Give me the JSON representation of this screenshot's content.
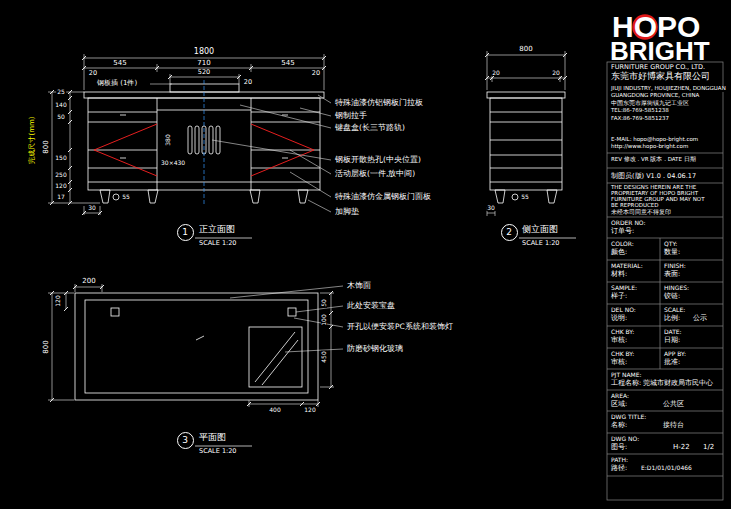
{
  "diagram": {
    "nodes": [
      {
        "text": [
          "1"
        ]
      },
      {
        "text": [
          "2"
        ]
      },
      {
        "text": [
          "3"
        ]
      }
    ],
    "labels": [
      "1800",
      "545",
      "710",
      "545",
      "520",
      "20",
      "20",
      "20",
      "钢板插 (1件)",
      "完成尺寸(mm)",
      "800",
      "25",
      "140",
      "50",
      "150",
      "250",
      "120",
      "17",
      "30",
      "55",
      "380",
      "30×430",
      "特殊油漆仿铝钢板门拉板",
      "钢制拉手",
      "键盘盒(长三节路轨)",
      "钢板开散热孔(中央位置)",
      "活动层板(一件,放中间)",
      "特殊油漆仿金属钢板门面板",
      "加脚垫",
      "正立面图",
      "SCALE 1:20",
      "800",
      "20",
      "20",
      "55",
      "30",
      "侧立面图",
      "SCALE 1:20",
      "200",
      "120",
      "800",
      "50",
      "100",
      "450",
      "400",
      "120",
      "木饰面",
      "此处安装宝盘",
      "开孔以便安装PC系统和装饰灯",
      "防磨砂钢化玻璃",
      "平面图",
      "SCALE 1:20",
      "HOPO",
      "BRIGHT",
      "FURNITURE GROUP CO., LTD.",
      "东莞市好博家具有限公司",
      "JIUJI INDUSTRY, HOUJIEZHEN, DONGGUAN",
      "GUANGDONG PROVINCE, CHINA",
      "中国东莞市厚街镇九记工业区",
      "TEL:86-769-5851238",
      "FAX:86-769-5851237",
      "E-MAIL: hopo@hopo-bright.com",
      "http://www.hopo-bright.com",
      "REV 修改 . VR 版本 . DATE 日期",
      "制图员(版) V1.0 . 04.06.17",
      "THE DESIGNS HEREIN ARE THE",
      "PROPRIETARY OF HOPO BRIGHT",
      "FURNITURE GROUP AND MAY NOT",
      "BE REPRODUCED",
      "未经本司同意不得复印",
      "ORDER NO:",
      "订单号:",
      "COLOR:",
      "QTY:",
      "颜色:",
      "数量:",
      "MATERIAL:",
      "FINISH:",
      "材料:",
      "表面:",
      "SAMPLE:",
      "HINGES:",
      "样子:",
      "铰链:",
      "DEL NO:",
      "SCALE:",
      "说明:",
      "比例:",
      "公示",
      "CHK BY:",
      "DATE:",
      "审核:",
      "日期:",
      "CHK BY:",
      "APP BY:",
      "审核:",
      "批准:",
      "PJT NAME:",
      "工程名称: 莞城市财政局市民中心",
      "AREA:",
      "区域:",
      "公共区",
      "DWG TITLE:",
      "名称:",
      "接待台",
      "DWG NO:",
      "图号:",
      "H-22",
      "1/2",
      "PATH:",
      "路径:",
      "E:D1/01/01/0466"
    ]
  }
}
